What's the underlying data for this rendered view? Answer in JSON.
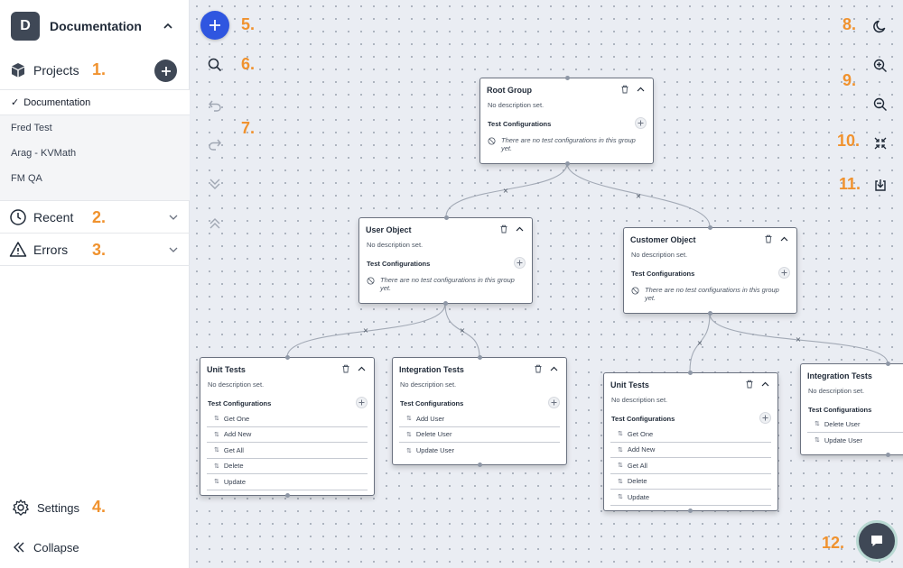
{
  "sidebar": {
    "logo_letter": "D",
    "title": "Documentation",
    "projects_label": "Projects",
    "projects": [
      "Documentation",
      "Fred Test",
      "Arag - KVMath",
      "FM QA"
    ],
    "active_project_check": "✓",
    "recent_label": "Recent",
    "errors_label": "Errors",
    "settings_label": "Settings",
    "collapse_label": "Collapse"
  },
  "annotations": {
    "a1": "1.",
    "a2": "2.",
    "a3": "3.",
    "a4": "4.",
    "a5": "5.",
    "a6": "6.",
    "a7": "7.",
    "a8": "8.",
    "a9": "9.",
    "a10": "10.",
    "a11": "11.",
    "a12": "12."
  },
  "common": {
    "no_description": "No description set.",
    "test_configurations": "Test Configurations",
    "no_configs": "There are no test configurations in this group yet.",
    "swap_glyph": "⇅"
  },
  "nodes": {
    "root": {
      "title": "Root Group"
    },
    "user_object": {
      "title": "User Object"
    },
    "customer_object": {
      "title": "Customer Object"
    },
    "unit_tests_1": {
      "title": "Unit Tests",
      "tests": [
        "Get One",
        "Add New",
        "Get All",
        "Delete",
        "Update"
      ]
    },
    "integration_tests_1": {
      "title": "Integration Tests",
      "tests": [
        "Add User",
        "Delete User",
        "Update User"
      ]
    },
    "unit_tests_2": {
      "title": "Unit Tests",
      "tests": [
        "Get One",
        "Add New",
        "Get All",
        "Delete",
        "Update"
      ]
    },
    "integration_tests_2": {
      "title": "Integration Tests",
      "tests": [
        "Delete User",
        "Update User"
      ]
    }
  },
  "edge_glyph": "×",
  "colors": {
    "accent_blue": "#2f56e0",
    "annotation_orange": "#f0922e",
    "dark_slate": "#3f4856"
  }
}
